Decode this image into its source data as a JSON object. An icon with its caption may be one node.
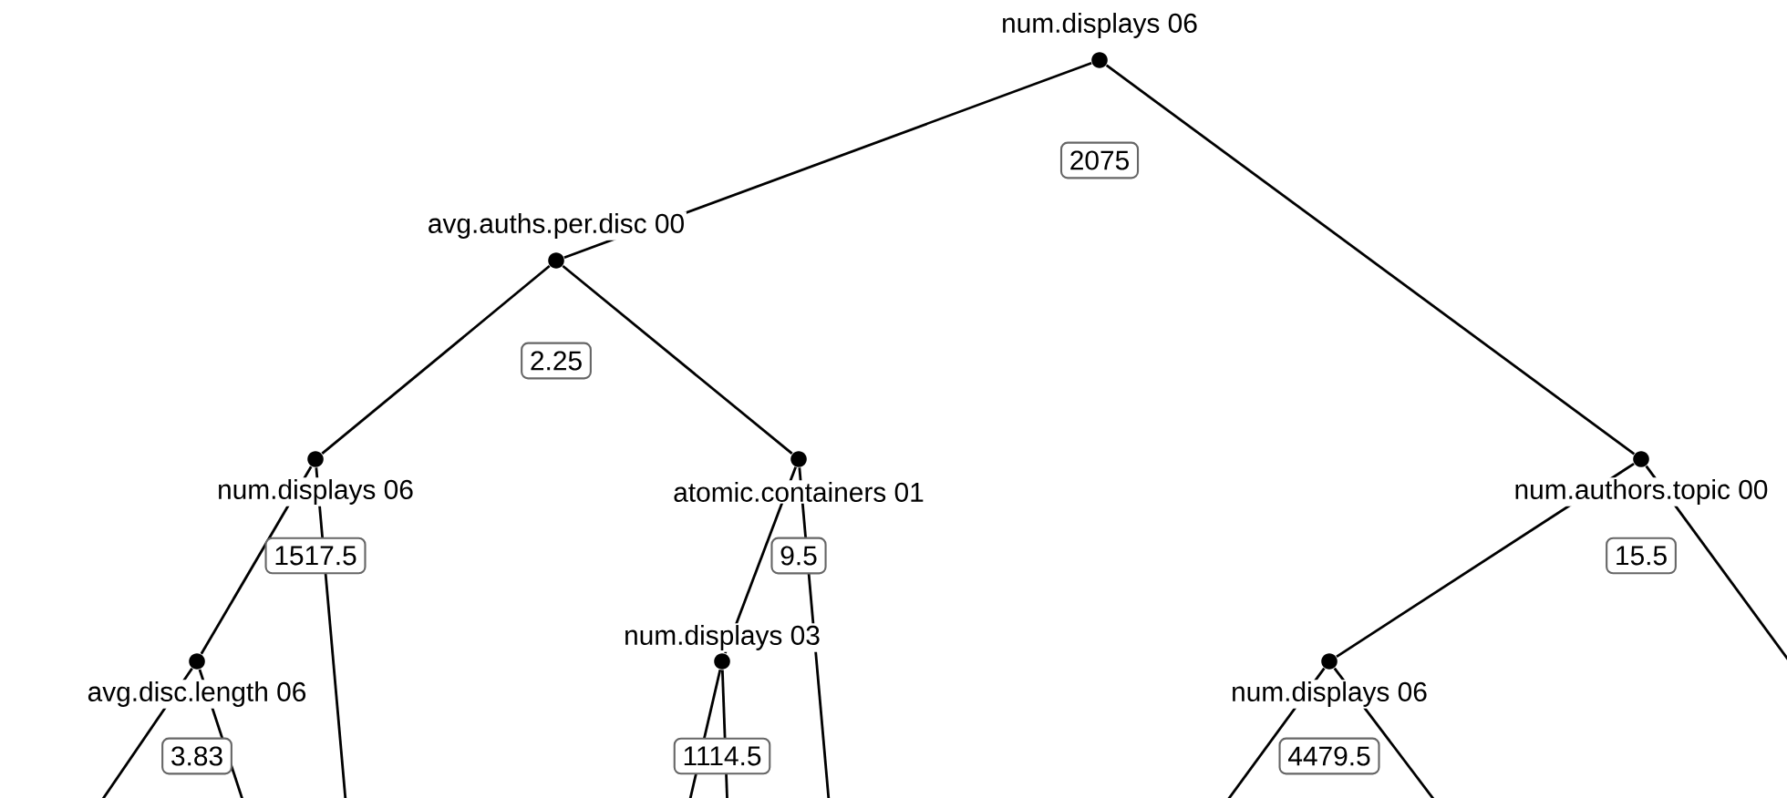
{
  "diagram": {
    "nodes": [
      {
        "text": [
          "num.displays 06",
          "2075"
        ]
      },
      {
        "text": [
          "avg.auths.per.disc 00",
          "2.25"
        ]
      },
      {
        "text": [
          "num.displays 06",
          "1517.5"
        ]
      },
      {
        "text": [
          "atomic.containers 01",
          "9.5"
        ]
      },
      {
        "text": [
          "avg.disc.length 06",
          "3.83"
        ]
      },
      {
        "text": [
          "num.displays 03",
          "1114.5"
        ]
      },
      {
        "text": [
          "num.authors.topic 00",
          "15.5"
        ]
      },
      {
        "text": [
          "num.displays 06",
          "4479.5"
        ]
      }
    ],
    "edges": [
      {
        "from": 0,
        "to": 1,
        "arrow": "none"
      },
      {
        "from": 0,
        "to": 6,
        "arrow": "none"
      },
      {
        "from": 1,
        "to": 2,
        "arrow": "none"
      },
      {
        "from": 1,
        "to": 3,
        "arrow": "none"
      },
      {
        "from": 2,
        "to": 4,
        "arrow": "none"
      },
      {
        "from": 2,
        "to": null,
        "arrow": "none"
      },
      {
        "from": 3,
        "to": 5,
        "arrow": "none"
      },
      {
        "from": 3,
        "to": null,
        "arrow": "none"
      },
      {
        "from": 4,
        "to": null,
        "arrow": "none"
      },
      {
        "from": 4,
        "to": null,
        "arrow": "none"
      },
      {
        "from": 5,
        "to": null,
        "arrow": "none"
      },
      {
        "from": 5,
        "to": null,
        "arrow": "none"
      },
      {
        "from": 6,
        "to": 7,
        "arrow": "none"
      },
      {
        "from": 6,
        "to": null,
        "arrow": "none"
      },
      {
        "from": 7,
        "to": null,
        "arrow": "none"
      },
      {
        "from": 7,
        "to": null,
        "arrow": "none"
      }
    ]
  }
}
